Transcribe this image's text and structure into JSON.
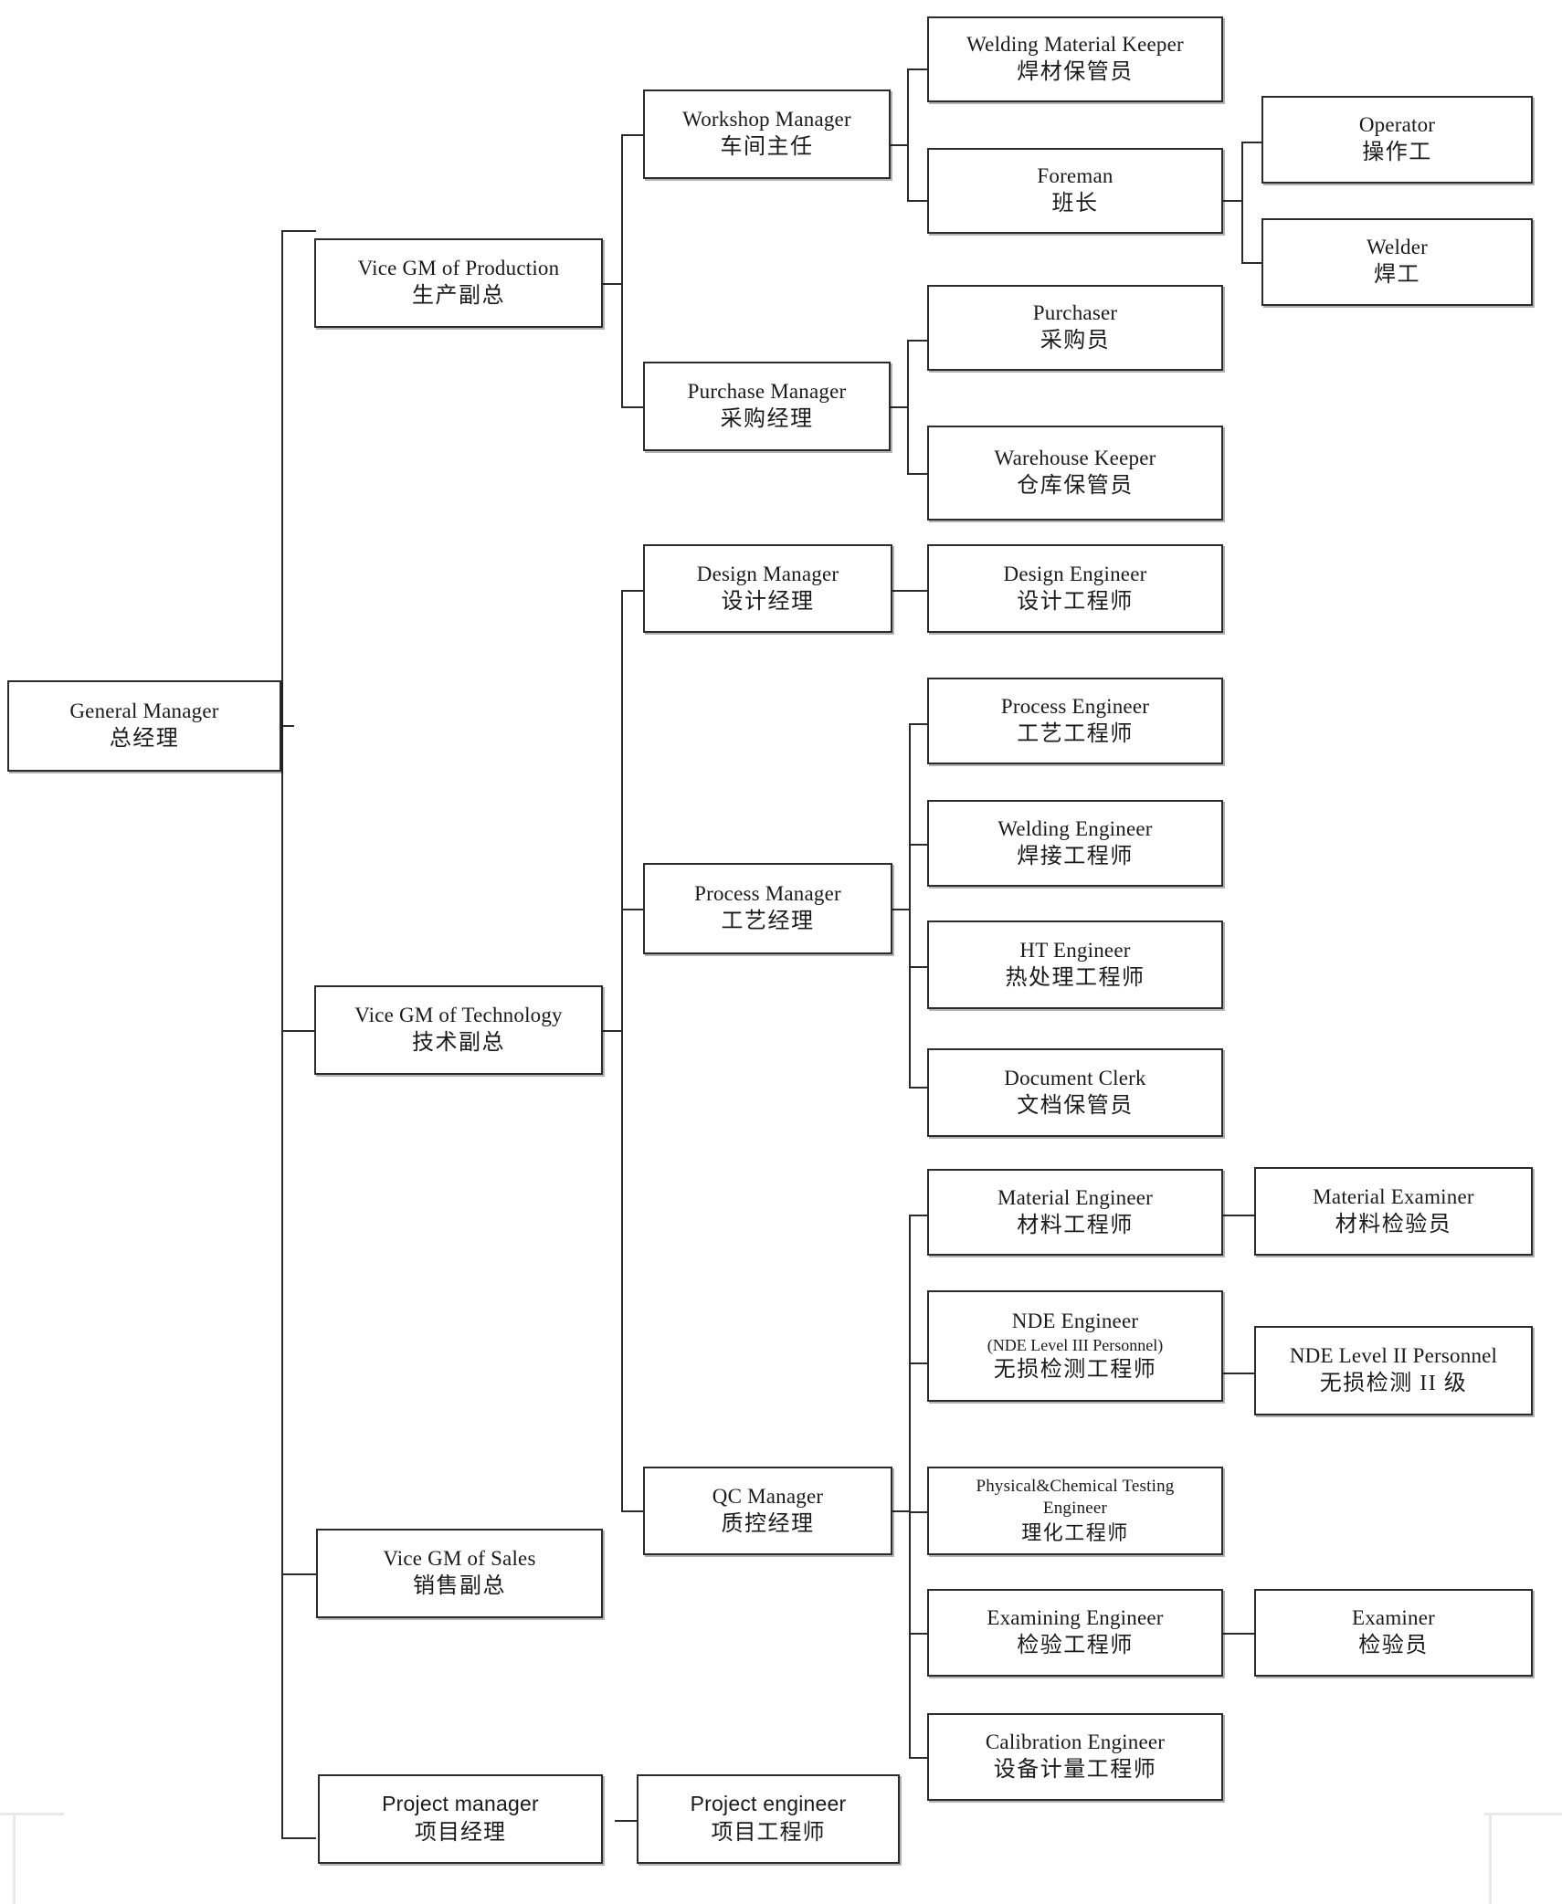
{
  "diagram": {
    "title": "Organization Chart",
    "line_color": "#2b2b2b",
    "box_border_color": "#2b2b2b",
    "background": "#ffffff"
  },
  "nodes": {
    "general_manager": {
      "en": "General Manager",
      "zh": "总经理"
    },
    "vgm_production": {
      "en": "Vice GM of Production",
      "zh": "生产副总"
    },
    "vgm_technology": {
      "en": "Vice GM of Technology",
      "zh": "技术副总"
    },
    "vgm_sales": {
      "en": "Vice GM of Sales",
      "zh": "销售副总"
    },
    "project_manager": {
      "en": "Project manager",
      "zh": "项目经理"
    },
    "project_engineer": {
      "en": "Project engineer",
      "zh": "项目工程师"
    },
    "workshop_manager": {
      "en": "Workshop Manager",
      "zh": "车间主任"
    },
    "purchase_manager": {
      "en": "Purchase Manager",
      "zh": "采购经理"
    },
    "welding_material_keeper": {
      "en": "Welding Material Keeper",
      "zh": "焊材保管员"
    },
    "foreman": {
      "en": "Foreman",
      "zh": "班长"
    },
    "operator": {
      "en": "Operator",
      "zh": "操作工"
    },
    "welder": {
      "en": "Welder",
      "zh": "焊工"
    },
    "purchaser": {
      "en": "Purchaser",
      "zh": "采购员"
    },
    "warehouse_keeper": {
      "en": "Warehouse Keeper",
      "zh": "仓库保管员"
    },
    "design_manager": {
      "en": "Design Manager",
      "zh": "设计经理"
    },
    "design_engineer": {
      "en": "Design Engineer",
      "zh": "设计工程师"
    },
    "process_manager": {
      "en": "Process Manager",
      "zh": "工艺经理"
    },
    "process_engineer": {
      "en": "Process Engineer",
      "zh": "工艺工程师"
    },
    "welding_engineer": {
      "en": "Welding Engineer",
      "zh": "焊接工程师"
    },
    "ht_engineer": {
      "en": "HT Engineer",
      "zh": "热处理工程师"
    },
    "document_clerk": {
      "en": "Document Clerk",
      "zh": "文档保管员"
    },
    "qc_manager": {
      "en": "QC Manager",
      "zh": "质控经理"
    },
    "material_engineer": {
      "en": "Material Engineer",
      "zh": "材料工程师"
    },
    "material_examiner": {
      "en": "Material Examiner",
      "zh": "材料检验员"
    },
    "nde_engineer": {
      "en": "NDE Engineer",
      "sub": "(NDE Level III Personnel)",
      "zh": "无损检测工程师"
    },
    "nde_level_ii": {
      "en": "NDE Level II Personnel",
      "zh": "无损检测 II 级"
    },
    "physical_chemical_engineer": {
      "en": "Physical&Chemical Testing Engineer",
      "zh": "理化工程师"
    },
    "examining_engineer": {
      "en": "Examining Engineer",
      "zh": "检验工程师"
    },
    "examiner": {
      "en": "Examiner",
      "zh": "检验员"
    },
    "calibration_engineer": {
      "en": "Calibration Engineer",
      "zh": "设备计量工程师"
    }
  },
  "hierarchy": {
    "root": "general_manager",
    "edges": [
      {
        "from": "general_manager",
        "to": "vgm_production"
      },
      {
        "from": "general_manager",
        "to": "vgm_technology"
      },
      {
        "from": "general_manager",
        "to": "vgm_sales"
      },
      {
        "from": "general_manager",
        "to": "project_manager"
      },
      {
        "from": "vgm_production",
        "to": "workshop_manager"
      },
      {
        "from": "vgm_production",
        "to": "purchase_manager"
      },
      {
        "from": "workshop_manager",
        "to": "welding_material_keeper"
      },
      {
        "from": "workshop_manager",
        "to": "foreman"
      },
      {
        "from": "foreman",
        "to": "operator"
      },
      {
        "from": "foreman",
        "to": "welder"
      },
      {
        "from": "purchase_manager",
        "to": "purchaser"
      },
      {
        "from": "purchase_manager",
        "to": "warehouse_keeper"
      },
      {
        "from": "vgm_technology",
        "to": "design_manager"
      },
      {
        "from": "vgm_technology",
        "to": "process_manager"
      },
      {
        "from": "vgm_technology",
        "to": "qc_manager"
      },
      {
        "from": "design_manager",
        "to": "design_engineer"
      },
      {
        "from": "process_manager",
        "to": "process_engineer"
      },
      {
        "from": "process_manager",
        "to": "welding_engineer"
      },
      {
        "from": "process_manager",
        "to": "ht_engineer"
      },
      {
        "from": "process_manager",
        "to": "document_clerk"
      },
      {
        "from": "qc_manager",
        "to": "material_engineer"
      },
      {
        "from": "qc_manager",
        "to": "nde_engineer"
      },
      {
        "from": "qc_manager",
        "to": "physical_chemical_engineer"
      },
      {
        "from": "qc_manager",
        "to": "examining_engineer"
      },
      {
        "from": "qc_manager",
        "to": "calibration_engineer"
      },
      {
        "from": "material_engineer",
        "to": "material_examiner"
      },
      {
        "from": "nde_engineer",
        "to": "nde_level_ii"
      },
      {
        "from": "examining_engineer",
        "to": "examiner"
      },
      {
        "from": "project_manager",
        "to": "project_engineer"
      }
    ]
  }
}
